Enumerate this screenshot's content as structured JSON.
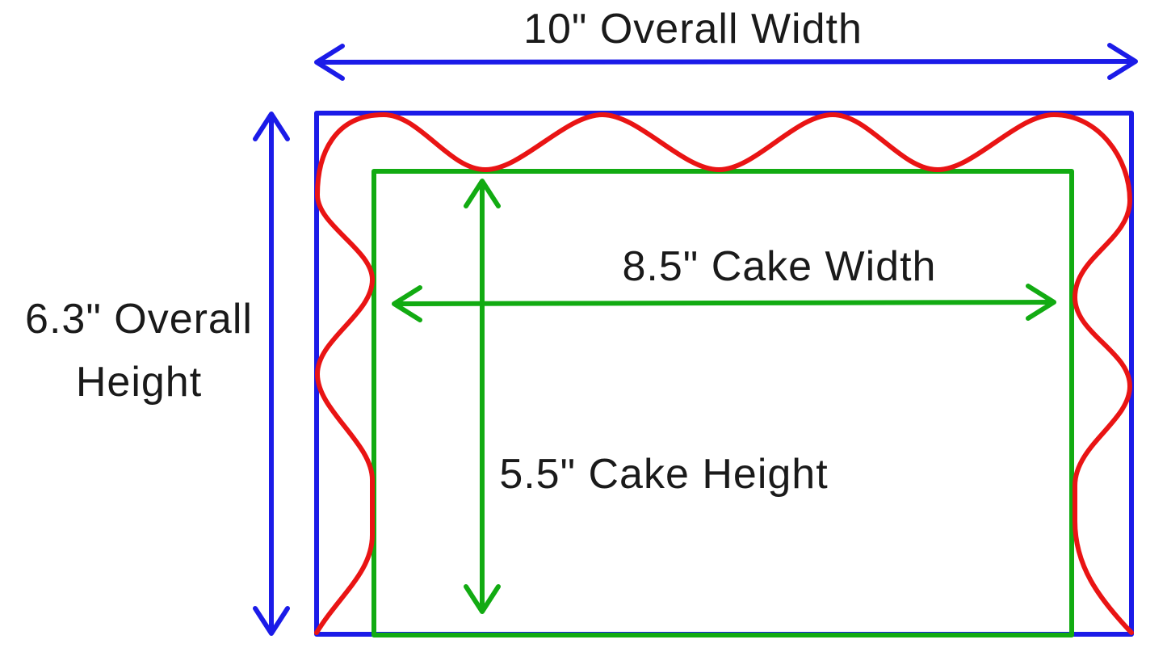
{
  "diagram": {
    "description": "Cake topper dimension diagram",
    "labels": {
      "overall_width": "10\" Overall Width",
      "overall_height_line1": "6.3\" Overall",
      "overall_height_line2": "Height",
      "cake_width": "8.5\" Cake Width",
      "cake_height": "5.5\" Cake Height"
    },
    "dimensions": {
      "overall_width_in": "10",
      "overall_height_in": "6.3",
      "cake_width_in": "8.5",
      "cake_height_in": "5.5"
    },
    "colors": {
      "overall_blue": "#1b1be8",
      "cake_green": "#12ab12",
      "scallop_red": "#e91414",
      "text": "#1a1a1a",
      "background": "#ffffff"
    }
  }
}
